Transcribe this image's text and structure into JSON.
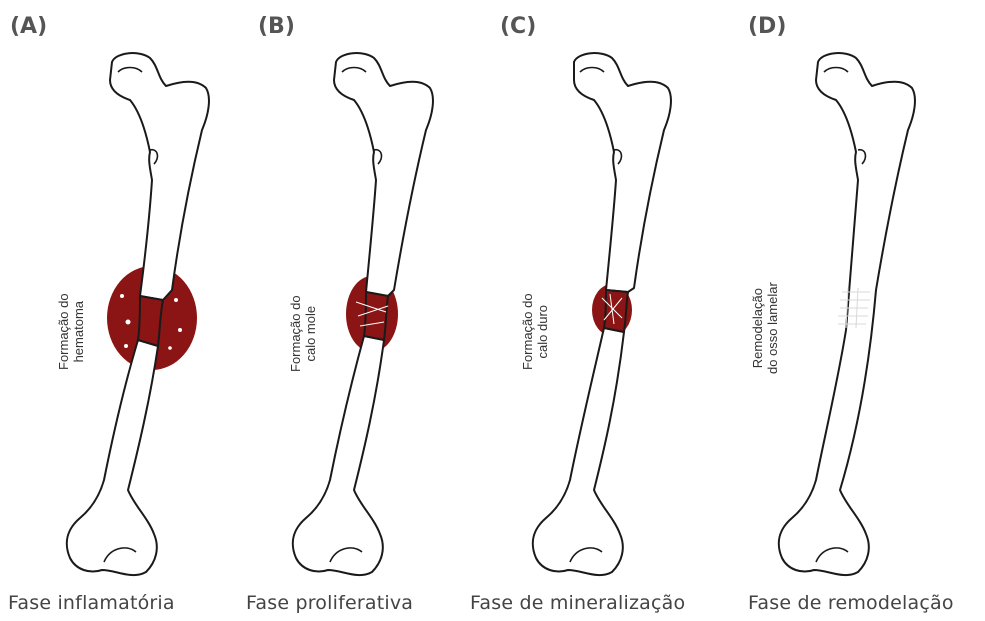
{
  "colors": {
    "outline": "#1a1a1a",
    "callus": "#8b1414",
    "bone_fill": "#ffffff",
    "lamellar": "#d8d8d8"
  },
  "panels": [
    {
      "letter": "(A)",
      "label_lines": [
        "Formação do",
        "hematoma"
      ],
      "caption": "Fase inflamatória"
    },
    {
      "letter": "(B)",
      "label_lines": [
        "Formação do",
        "calo mole"
      ],
      "caption": "Fase proliferativa"
    },
    {
      "letter": "(C)",
      "label_lines": [
        "Formação do",
        "calo duro"
      ],
      "caption": "Fase de mineralização"
    },
    {
      "letter": "(D)",
      "label_lines": [
        "Remodelação",
        "do osso lamelar"
      ],
      "caption": "Fase de remodelação"
    }
  ]
}
